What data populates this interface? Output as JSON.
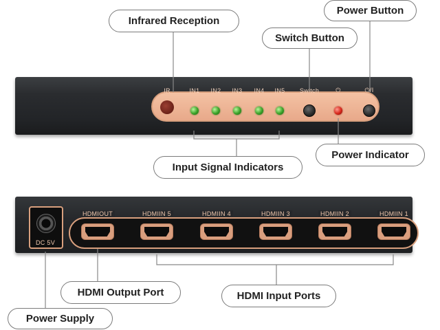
{
  "callouts": {
    "infrared_reception": "Infrared Reception",
    "power_button": "Power Button",
    "switch_button": "Switch Button",
    "input_signal_indicators": "Input Signal Indicators",
    "power_indicator": "Power Indicator",
    "hdmi_output_port": "HDMI Output Port",
    "hdmi_input_ports": "HDMI Input Ports",
    "power_supply": "Power Supply"
  },
  "front_panel": {
    "labels": [
      "IR",
      "IN1",
      "IN2",
      "IN3",
      "IN4",
      "IN5",
      "Switch",
      "⏻",
      "⏻/I"
    ],
    "input_leds": [
      "IN1",
      "IN2",
      "IN3",
      "IN4",
      "IN5"
    ],
    "led_color_inputs": "#3aa128",
    "led_color_power": "#d7261a"
  },
  "rear_panel": {
    "dc_label": "DC 5V",
    "port_labels": [
      "HDMIOUT",
      "HDMIIN 5",
      "HDMIIN 4",
      "HDMIIN 3",
      "HDMIIN 2",
      "HDMIIN 1"
    ]
  },
  "colors": {
    "panel_accent": "#e8a98a",
    "device_body": "#2a2c2f",
    "callout_border": "#7a7a7a"
  }
}
